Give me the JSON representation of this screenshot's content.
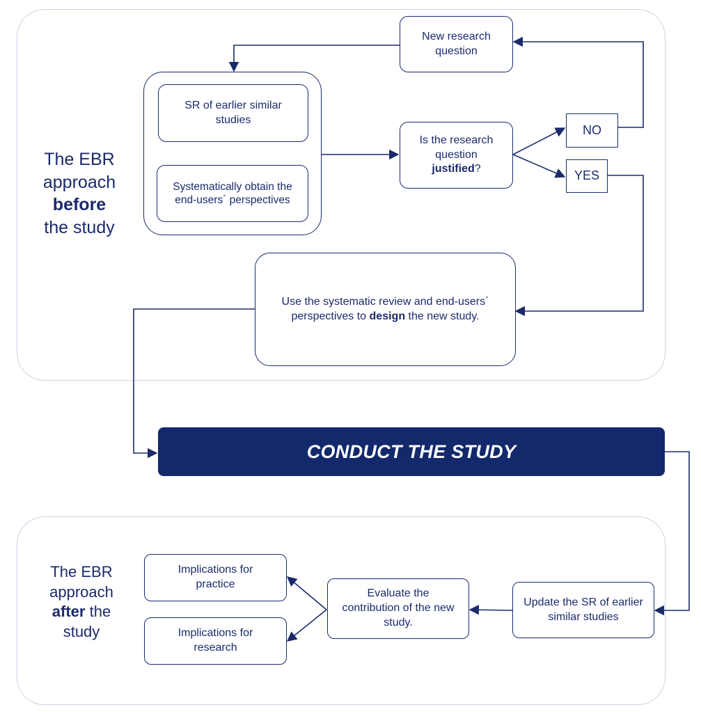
{
  "before_panel": {
    "label_line1": "The EBR",
    "label_line2": "approach",
    "label_line3_bold": "before",
    "label_line4": "the study",
    "new_question": "New research question",
    "sr_earlier": "SR of earlier similar studies",
    "systematically_obtain": "Systematically obtain the end-users´ perspectives",
    "justified_pre": "Is the research question",
    "justified_bold": "justified",
    "justified_post": "?",
    "no_label": "NO",
    "yes_label": "YES",
    "design_pre": "Use the systematic review and end-users´ perspectives to",
    "design_bold": "design",
    "design_post": "the new study."
  },
  "conduct": {
    "label": "CONDUCT THE STUDY"
  },
  "after_panel": {
    "label_line1": "The EBR",
    "label_line2": "approach",
    "label_line3_bold": "after",
    "label_line3_rest": "the",
    "label_line4": "study",
    "implications_practice": "Implications for practice",
    "implications_research": "Implications for research",
    "evaluate": "Evaluate the contribution of the new study.",
    "update_sr": "Update the SR of earlier similar studies"
  },
  "colors": {
    "primary": "#1b2a6b",
    "conduct_fill": "#13296b",
    "panel_border": "#c9d3e3"
  }
}
